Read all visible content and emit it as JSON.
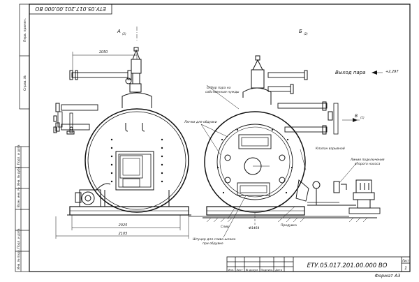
{
  "drawing": {
    "code_top": "ЕТУ.05.017.201.00.000 ВО",
    "code_title": "ЕТУ.05.017.201.00.000  ВО",
    "format": "Формат А3",
    "sheet_label": "Лист",
    "sheet_number": "1"
  },
  "views": {
    "front_label": "А",
    "front_scale": "(2)",
    "side_label": "Б",
    "side_scale": "(2)",
    "arrow_b_label": "В",
    "arrow_b_scale": "(1)"
  },
  "dimensions": {
    "top_width": "1050",
    "base_inner": "2025",
    "base_outer": "2105",
    "elevation": "+2,297",
    "side_diameter": "Ф1464"
  },
  "labels": {
    "steam_outlet": "Выход пара",
    "steam_tap": "Отбор пара на",
    "steam_tap_2": "собственные нужды",
    "hatches": "Лючки для обдувки",
    "explosion_valve": "Клапан взрывной",
    "pump_line": "Линия подключения",
    "pump_line_2": "второго насоса",
    "blowdown": "Продувка",
    "drain": "Слив",
    "nozzle": "Штуцер для слива шлама",
    "nozzle_2": "при обдувке"
  },
  "side_stamp": {
    "cells": [
      "Перв. примен.",
      "Справ. №",
      "Подп. и дата",
      "Инв. № дубл.",
      "Взам. инв. №",
      "Подп. и дата",
      "Инв. № подл."
    ]
  },
  "title_block": {
    "cols": [
      "Изм.",
      "Лист",
      "№ докум.",
      "Подпись",
      "Дата"
    ]
  }
}
